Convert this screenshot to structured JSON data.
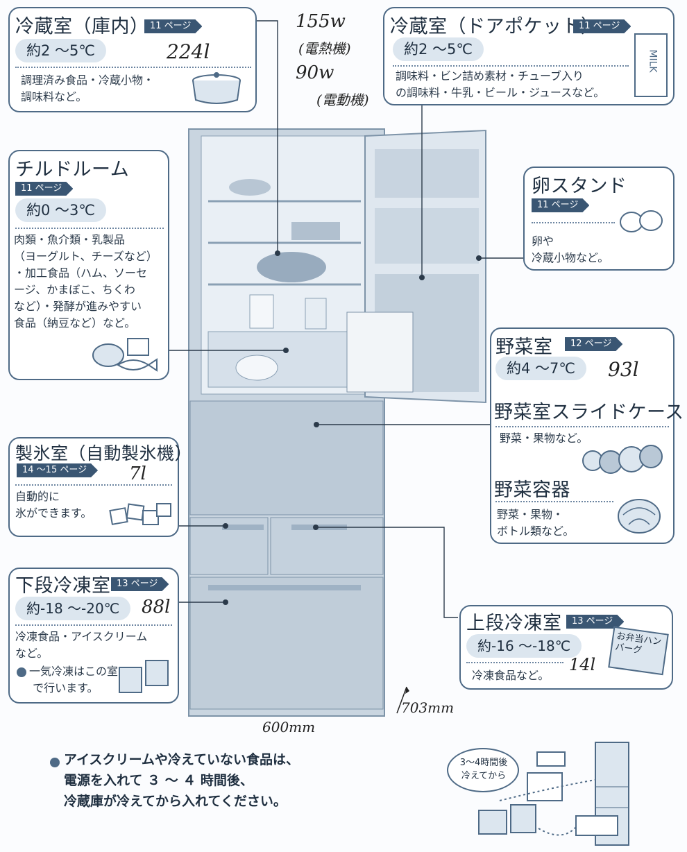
{
  "fridge_top": {
    "title": "冷蔵室（庫内）",
    "page_tag": "11 ページ",
    "temp": "約2 ～5℃",
    "handwritten": "224l",
    "desc": "調理済み食品・冷蔵小物・\n調味料など。"
  },
  "handwritten_top": {
    "line1": "155w",
    "line2": "(電熱機)",
    "line3": "90w",
    "line4": "(電動機)"
  },
  "door_pocket": {
    "title": "冷蔵室（ドアポケット）",
    "page_tag": "11 ページ",
    "temp": "約2 ～5℃",
    "desc": "調味料・ビン詰め素材・チューブ入り\nの調味料・牛乳・ビール・ジュースなど。",
    "milk_label": "MILK"
  },
  "chilled": {
    "title": "チルドルーム",
    "page_tag": "11 ページ",
    "temp": "約0 ～3℃",
    "desc": "肉類・魚介類・乳製品\n（ヨーグルト、チーズなど）\n・加工食品（ハム、ソーセ\nージ、かまぼこ、ちくわ\nなど）・発酵が進みやすい\n食品（納豆など）など。"
  },
  "egg": {
    "title": "卵スタンド",
    "page_tag": "11 ページ",
    "desc": "卵や\n冷蔵小物など。"
  },
  "vegetable": {
    "title": "野菜室",
    "page_tag": "12 ページ",
    "temp": "約4 ～7℃",
    "handwritten": "93l",
    "slide_title": "野菜室スライドケース",
    "slide_desc": "野菜・果物など。",
    "container_title": "野菜容器",
    "container_desc": "野菜・果物・\nボトル類など。"
  },
  "ice": {
    "title": "製氷室（自動製氷機）",
    "page_tag": "14 ～15 ページ",
    "handwritten": "7l",
    "desc": "自動的に\n氷ができます。"
  },
  "lower_freezer": {
    "title": "下段冷凍室",
    "page_tag": "13 ページ",
    "temp": "約-18 ～-20℃",
    "handwritten": "88l",
    "desc": "冷凍食品・アイスクリーム\nなど。",
    "bullet": "一気冷凍はこの室\n で行います。"
  },
  "upper_freezer": {
    "title": "上段冷凍室",
    "page_tag": "13 ページ",
    "temp": "約-16 ～-18℃",
    "handwritten": "14l",
    "desc": "冷凍食品など。",
    "bento_label": "お弁当ハンバーグ"
  },
  "dimensions": {
    "width": "600mm",
    "depth": "703mm"
  },
  "bottom_note": "アイスクリームや冷えていない食品は、\n電源を入れて ３ ～ ４ 時間後、\n冷蔵庫が冷えてから入れてください。",
  "bubble": "3～4時間後\n冷えてから",
  "colors": {
    "frame": "#4e6a86",
    "tag": "#3a5673",
    "temp_pill": "#dce6ef",
    "fridge": "#c3d0dc"
  }
}
